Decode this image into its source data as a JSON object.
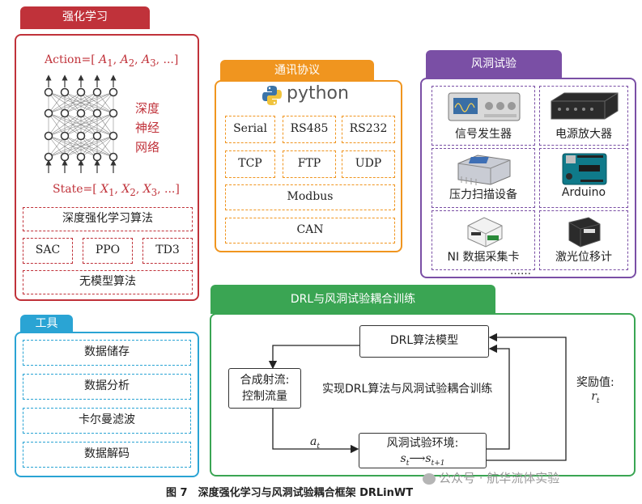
{
  "rl": {
    "title": "强化学习",
    "action": "Action=[ A1, A2, A3, ...]",
    "state": "State=[ X1, X2, X3, ...]",
    "nn_label": [
      "深度",
      "神经",
      "网络"
    ],
    "drl_algo": "深度强化学习算法",
    "algos": [
      "SAC",
      "PPO",
      "TD3"
    ],
    "model_free": "无模型算法"
  },
  "comm": {
    "title": "通讯协议",
    "python": "python",
    "protocols_row1": [
      "Serial",
      "RS485",
      "RS232"
    ],
    "protocols_row2": [
      "TCP",
      "FTP",
      "UDP"
    ],
    "modbus": "Modbus",
    "can": "CAN"
  },
  "wt": {
    "title": "风洞试验",
    "items": [
      "信号发生器",
      "电源放大器",
      "压力扫描设备",
      "Arduino",
      "NI 数据采集卡",
      "激光位移计"
    ],
    "more": "……"
  },
  "tools": {
    "title": "工具",
    "items": [
      "数据储存",
      "数据分析",
      "卡尔曼滤波",
      "数据解码"
    ]
  },
  "drl": {
    "title": "DRL与风洞试验耦合训练",
    "model": "DRL算法模型",
    "jet_line1": "合成射流:",
    "jet_line2": "控制流量",
    "center_text": "实现DRL算法与风洞试验耦合训练",
    "env_line1": "风洞试验环境:",
    "reward_label": "奖励值:"
  },
  "watermark": "公众号 · 航华流体实验",
  "caption": "图 7　深度强化学习与风洞试验耦合框架 DRLinWT",
  "colors": {
    "rl": "#c0323a",
    "comm": "#f0951f",
    "wt": "#7a4fa5",
    "tools": "#2aa4d4",
    "drl": "#3aa553"
  }
}
